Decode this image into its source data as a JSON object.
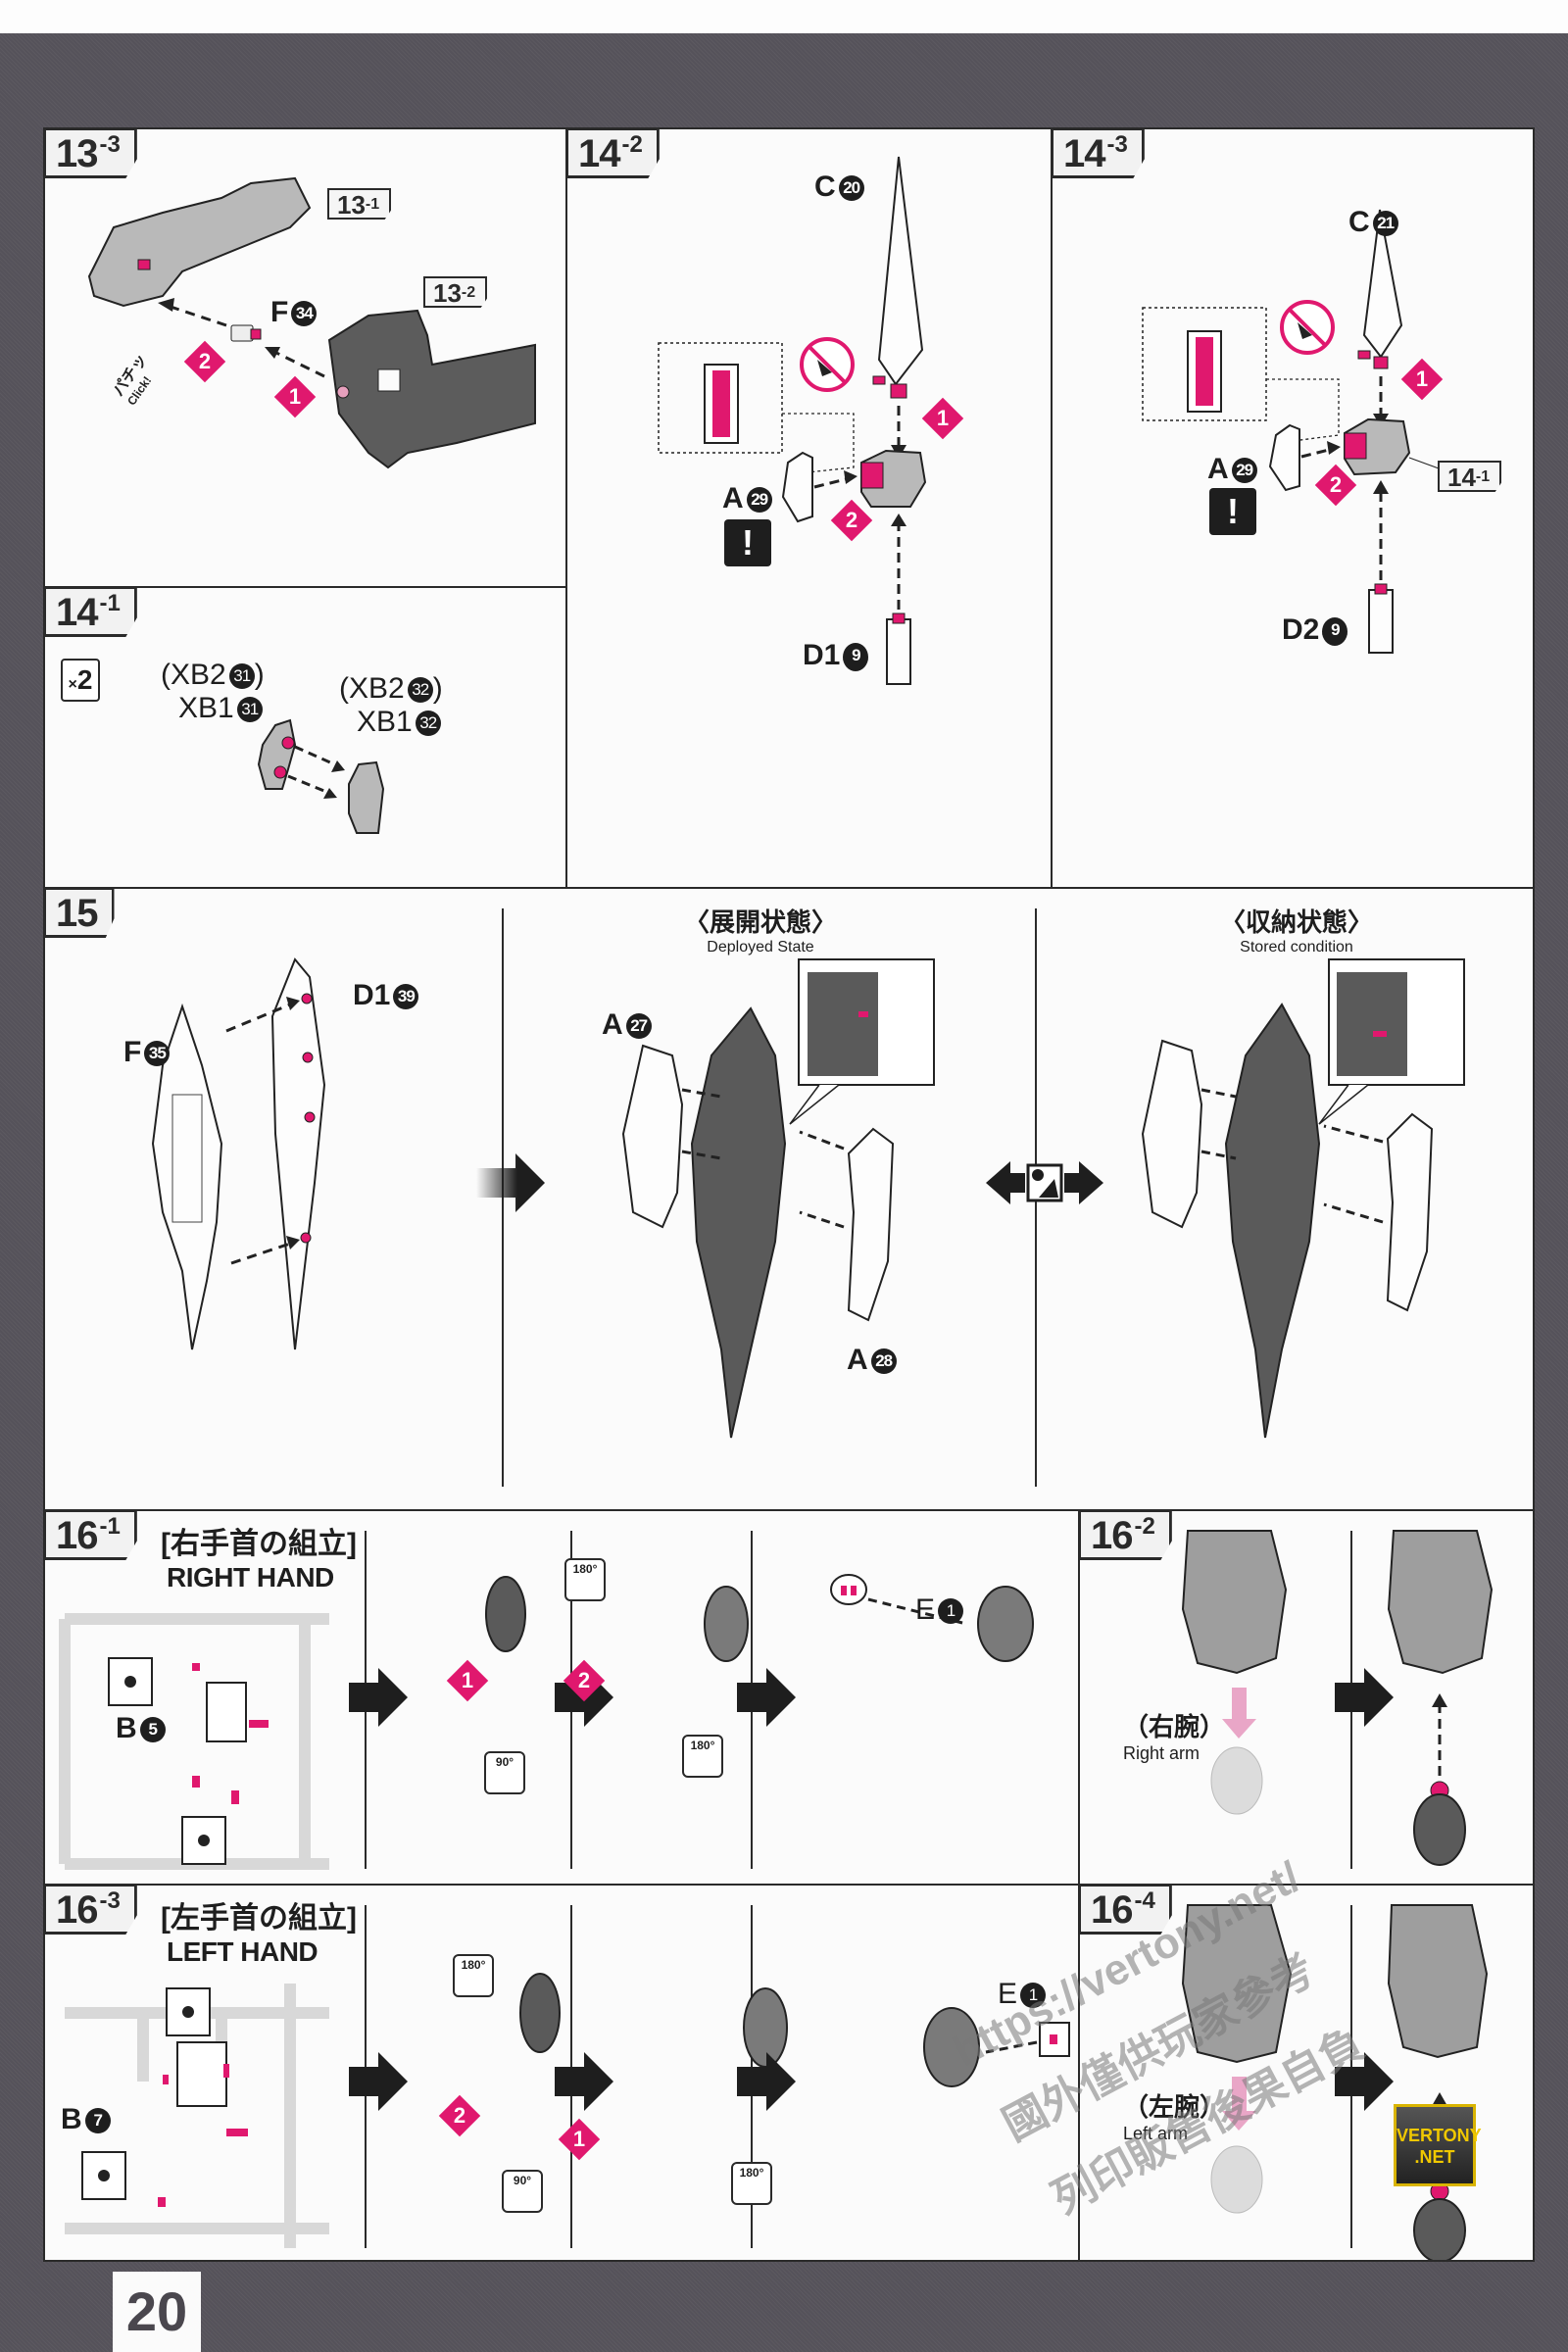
{
  "page": {
    "number": "20",
    "colors": {
      "accent": "#e0186e",
      "frame": "#55525a",
      "ink": "#1e1e1e",
      "paper": "#fbfbfb",
      "part_dark": "#5a5a5a",
      "part_light": "#bdbdbd"
    }
  },
  "steps": {
    "s13_3": {
      "num": "13",
      "sub": "-3",
      "refs": [
        {
          "num": "13",
          "sub": "-1"
        },
        {
          "num": "13",
          "sub": "-2"
        }
      ],
      "part": {
        "runner": "F",
        "no": "34"
      },
      "order": [
        "1",
        "2"
      ],
      "sound": {
        "jp": "パチッ",
        "en": "Click!"
      }
    },
    "s14_1": {
      "num": "14",
      "sub": "-1",
      "multiplier": {
        "prefix": "×",
        "count": "2"
      },
      "parts": [
        {
          "alt_runner": "XB2",
          "alt_no": "31",
          "runner": "XB1",
          "no": "31"
        },
        {
          "alt_runner": "XB2",
          "alt_no": "32",
          "runner": "XB1",
          "no": "32"
        }
      ]
    },
    "s14_2": {
      "num": "14",
      "sub": "-2",
      "parts": [
        {
          "runner": "C",
          "no": "20"
        },
        {
          "runner": "A",
          "no": "29"
        },
        {
          "runner": "D1",
          "no": "9"
        }
      ],
      "order": [
        "1",
        "2"
      ],
      "warning": "!",
      "icons": [
        "no-nipper-icon",
        "detail-inset"
      ]
    },
    "s14_3": {
      "num": "14",
      "sub": "-3",
      "parts": [
        {
          "runner": "C",
          "no": "21"
        },
        {
          "runner": "A",
          "no": "29"
        },
        {
          "runner": "D2",
          "no": "9"
        }
      ],
      "ref": {
        "num": "14",
        "sub": "-1"
      },
      "order": [
        "1",
        "2"
      ],
      "warning": "!"
    },
    "s15": {
      "num": "15",
      "parts": [
        {
          "runner": "F",
          "no": "35"
        },
        {
          "runner": "D1",
          "no": "39"
        },
        {
          "runner": "A",
          "no": "27"
        },
        {
          "runner": "A",
          "no": "28"
        }
      ],
      "deployed": {
        "jp": "〈展開状態〉",
        "en": "Deployed State"
      },
      "stored": {
        "jp": "〈収納状態〉",
        "en": "Stored condition"
      }
    },
    "s16_1": {
      "num": "16",
      "sub": "-1",
      "title_jp": "[右手首の組立]",
      "title_en": "RIGHT HAND",
      "part": {
        "runner": "B",
        "no": "5"
      },
      "rotations": [
        "180°",
        "90°",
        "180°"
      ],
      "order": [
        "1",
        "2"
      ],
      "final_part": {
        "runner": "E",
        "no": "1"
      }
    },
    "s16_2": {
      "num": "16",
      "sub": "-2",
      "arm": {
        "jp": "（右腕）",
        "en": "Right arm"
      }
    },
    "s16_3": {
      "num": "16",
      "sub": "-3",
      "title_jp": "[左手首の組立]",
      "title_en": "LEFT HAND",
      "part": {
        "runner": "B",
        "no": "7"
      },
      "rotations": [
        "180°",
        "90°",
        "180°"
      ],
      "order": [
        "2",
        "1"
      ],
      "final_part": {
        "runner": "E",
        "no": "1"
      }
    },
    "s16_4": {
      "num": "16",
      "sub": "-4",
      "arm": {
        "jp": "（左腕）",
        "en": "Left arm"
      }
    }
  },
  "watermark": {
    "url": "https://vertony.net/",
    "line1": "國外僅供玩家參考",
    "line2": "列印販售後果自負",
    "logo": [
      "VERTONY",
      ".NET"
    ]
  }
}
